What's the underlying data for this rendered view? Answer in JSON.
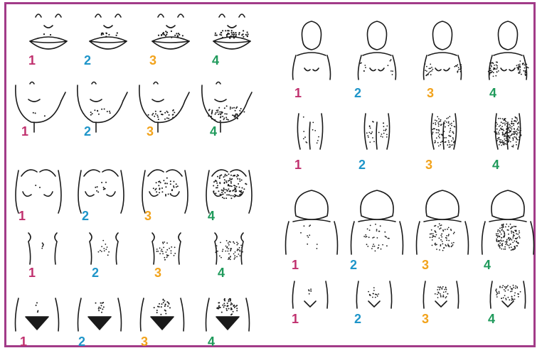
{
  "colors": {
    "frame": "#a23b88",
    "grade_1": "#c0306e",
    "grade_2": "#1e95c9",
    "grade_3": "#f2a31c",
    "grade_4": "#1f9a5b",
    "ink": "#1a1a1a"
  },
  "grade_labels": [
    "1",
    "2",
    "3",
    "4"
  ],
  "left_panel": {
    "rows": [
      {
        "region": "upper-lip",
        "grades": [
          "1",
          "2",
          "3",
          "4"
        ]
      },
      {
        "region": "chin",
        "grades": [
          "1",
          "2",
          "3",
          "4"
        ]
      },
      {
        "region": "chest",
        "grades": [
          "1",
          "2",
          "3",
          "4"
        ]
      },
      {
        "region": "upper-abdomen",
        "grades": [
          "1",
          "2",
          "3",
          "4"
        ]
      },
      {
        "region": "lower-abdomen",
        "grades": [
          "1",
          "2",
          "3",
          "4"
        ]
      }
    ]
  },
  "right_panel": {
    "rows": [
      {
        "region": "upper-arms",
        "grades": [
          "1",
          "2",
          "3",
          "4"
        ]
      },
      {
        "region": "thighs",
        "grades": [
          "1",
          "2",
          "3",
          "4"
        ]
      },
      {
        "region": "upper-back",
        "grades": [
          "1",
          "2",
          "3",
          "4"
        ]
      },
      {
        "region": "lower-back",
        "grades": [
          "1",
          "2",
          "3",
          "4"
        ]
      }
    ]
  }
}
